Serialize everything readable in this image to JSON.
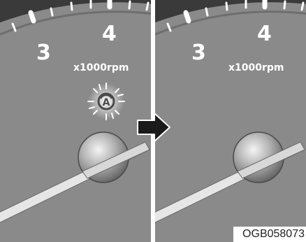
{
  "gauge": {
    "label_3": "3",
    "label_4": "4",
    "unit": "x1000rpm"
  },
  "indicator": {
    "icon": "auto-stop-indicator-icon",
    "glyph": "A",
    "state_before": "on",
    "state_after": "off"
  },
  "transition_icon": "right-arrow-icon",
  "image_code": "OGB058073",
  "colors": {
    "dial_face": "#8a8a8a",
    "bezel": "#3a3a3a",
    "needle": "#e8e8e8",
    "indicator_glow": "#f2f2f2"
  }
}
